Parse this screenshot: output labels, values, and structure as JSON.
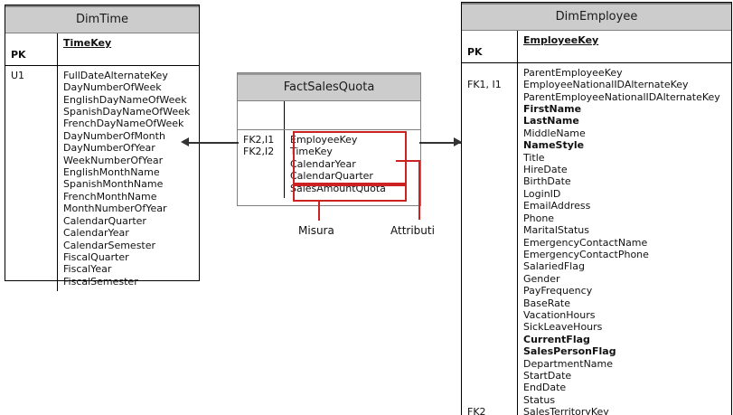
{
  "diagram": {
    "type": "entity-relationship-star-schema",
    "accent_red": "#cc2222",
    "header_fill": "#cccccc",
    "line_color": "#333333"
  },
  "dim_time": {
    "title": "DimTime",
    "pk_label": "PK",
    "pk_field": "TimeKey",
    "key_col": "U1",
    "fields": [
      "FullDateAlternateKey",
      "DayNumberOfWeek",
      "EnglishDayNameOfWeek",
      "SpanishDayNameOfWeek",
      "FrenchDayNameOfWeek",
      "DayNumberOfMonth",
      "DayNumberOfYear",
      "WeekNumberOfYear",
      "EnglishMonthName",
      "SpanishMonthName",
      "FrenchMonthName",
      "MonthNumberOfYear",
      "CalendarQuarter",
      "CalendarYear",
      "CalendarSemester",
      "FiscalQuarter",
      "FiscalYear",
      "FiscalSemester"
    ]
  },
  "fact_sales_quota": {
    "title": "FactSalesQuota",
    "pk_label": "",
    "pk_field": "",
    "key_col": "FK2,I1\nFK2,I2",
    "attribute_fields": [
      "EmployeeKey",
      "TimeKey",
      "CalendarYear",
      "CalendarQuarter"
    ],
    "measure_fields": [
      "SalesAmountQuota"
    ]
  },
  "dim_employee": {
    "title": "DimEmployee",
    "pk_label": "PK",
    "pk_field": "EmployeeKey",
    "key_col_top": "FK1, I1",
    "key_col_bottom": "FK2",
    "fields": [
      {
        "name": "ParentEmployeeKey",
        "bold": false
      },
      {
        "name": "EmployeeNationalIDAlternateKey",
        "bold": false
      },
      {
        "name": "ParentEmployeeNationalIDAlternateKey",
        "bold": false
      },
      {
        "name": "FirstName",
        "bold": true
      },
      {
        "name": "LastName",
        "bold": true
      },
      {
        "name": "MiddleName",
        "bold": false
      },
      {
        "name": "NameStyle",
        "bold": true
      },
      {
        "name": "Title",
        "bold": false
      },
      {
        "name": "HireDate",
        "bold": false
      },
      {
        "name": "BirthDate",
        "bold": false
      },
      {
        "name": "LoginID",
        "bold": false
      },
      {
        "name": "EmailAddress",
        "bold": false
      },
      {
        "name": "Phone",
        "bold": false
      },
      {
        "name": "MaritalStatus",
        "bold": false
      },
      {
        "name": "EmergencyContactName",
        "bold": false
      },
      {
        "name": "EmergencyContactPhone",
        "bold": false
      },
      {
        "name": "SalariedFlag",
        "bold": false
      },
      {
        "name": "Gender",
        "bold": false
      },
      {
        "name": "PayFrequency",
        "bold": false
      },
      {
        "name": "BaseRate",
        "bold": false
      },
      {
        "name": "VacationHours",
        "bold": false
      },
      {
        "name": "SickLeaveHours",
        "bold": false
      },
      {
        "name": "CurrentFlag",
        "bold": true
      },
      {
        "name": "SalesPersonFlag",
        "bold": true
      },
      {
        "name": "DepartmentName",
        "bold": false
      },
      {
        "name": "StartDate",
        "bold": false
      },
      {
        "name": "EndDate",
        "bold": false
      },
      {
        "name": "Status",
        "bold": false
      },
      {
        "name": "SalesTerritoryKey",
        "bold": false
      }
    ]
  },
  "callouts": {
    "measure_label": "Misura",
    "attributes_label": "Attributi"
  }
}
